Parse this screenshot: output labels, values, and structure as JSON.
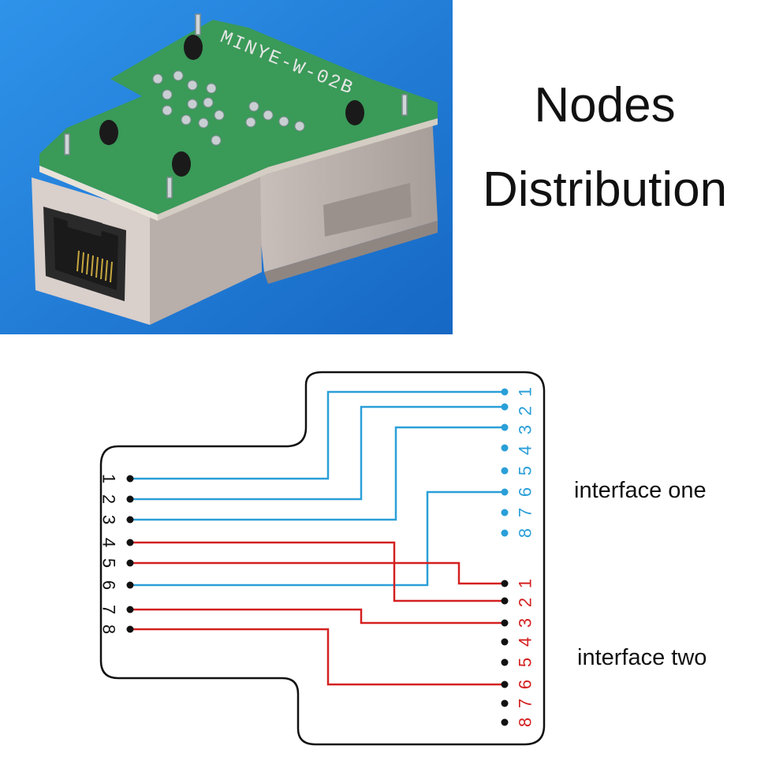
{
  "title": {
    "line1": "Nodes",
    "line2": "Distribution"
  },
  "board_marking": "MINYE-W-02B",
  "labels": {
    "interface_one": "interface one",
    "interface_two": "interface two"
  },
  "colors": {
    "blue": "#2a9fd8",
    "red": "#d42020",
    "photo_bg": "#1d7fd6",
    "pcb": "#3a9a58"
  },
  "left_port": {
    "pins": [
      "1",
      "2",
      "3",
      "4",
      "5",
      "6",
      "7",
      "8"
    ]
  },
  "interface_one": {
    "pins": [
      "1",
      "2",
      "3",
      "4",
      "5",
      "6",
      "7",
      "8"
    ]
  },
  "interface_two": {
    "pins": [
      "1",
      "2",
      "3",
      "4",
      "5",
      "6",
      "7",
      "8"
    ]
  },
  "wiring": [
    {
      "from": "1",
      "to_interface": "one",
      "to_pin": "1",
      "color": "blue"
    },
    {
      "from": "2",
      "to_interface": "one",
      "to_pin": "2",
      "color": "blue"
    },
    {
      "from": "3",
      "to_interface": "one",
      "to_pin": "3",
      "color": "blue"
    },
    {
      "from": "4",
      "to_interface": "two",
      "to_pin": "2",
      "color": "red"
    },
    {
      "from": "5",
      "to_interface": "two",
      "to_pin": "1",
      "color": "red"
    },
    {
      "from": "6",
      "to_interface": "one",
      "to_pin": "6",
      "color": "blue"
    },
    {
      "from": "7",
      "to_interface": "two",
      "to_pin": "3",
      "color": "red"
    },
    {
      "from": "8",
      "to_interface": "two",
      "to_pin": "6",
      "color": "red"
    }
  ]
}
